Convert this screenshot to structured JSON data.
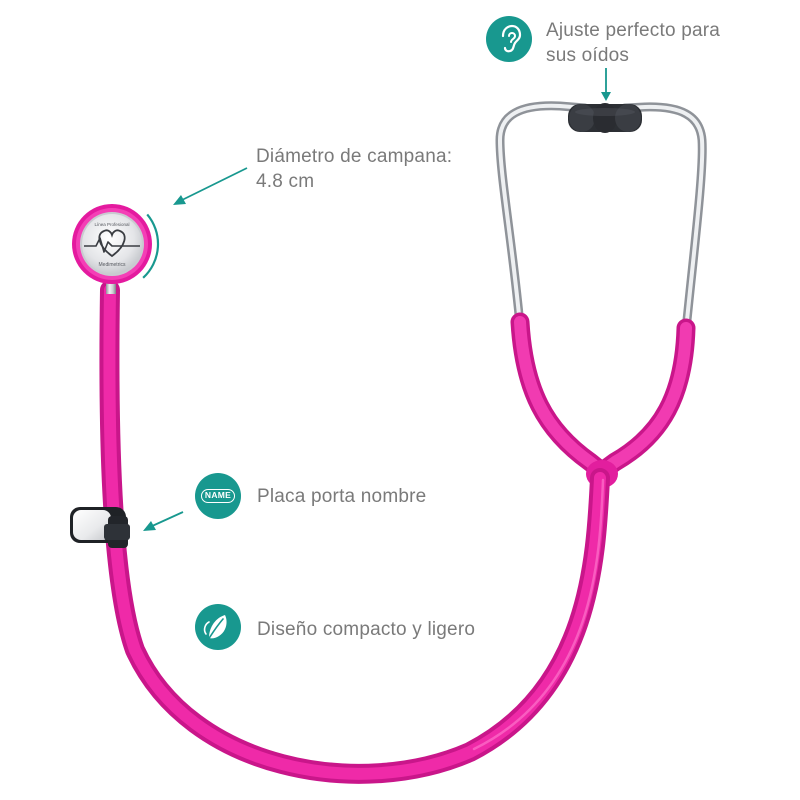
{
  "features": {
    "ear_fit": {
      "line1": "Ajuste perfecto para",
      "line2": "sus oídos",
      "icon": "ear-icon"
    },
    "bell_diameter": {
      "line1": "Diámetro de campana:",
      "line2": "4.8 cm"
    },
    "name_plate": {
      "label": "Placa porta nombre",
      "badge_text": "NAME",
      "icon": "name-tag-icon"
    },
    "design": {
      "label": "Diseño compacto y ligero",
      "icon": "feather-icon"
    }
  },
  "chestpiece": {
    "brand": "Medimetrics",
    "line": "Línea Profesional"
  },
  "colors": {
    "accent": "#18988f",
    "tube": "#ee1fa6",
    "text": "#7a7a7a"
  }
}
